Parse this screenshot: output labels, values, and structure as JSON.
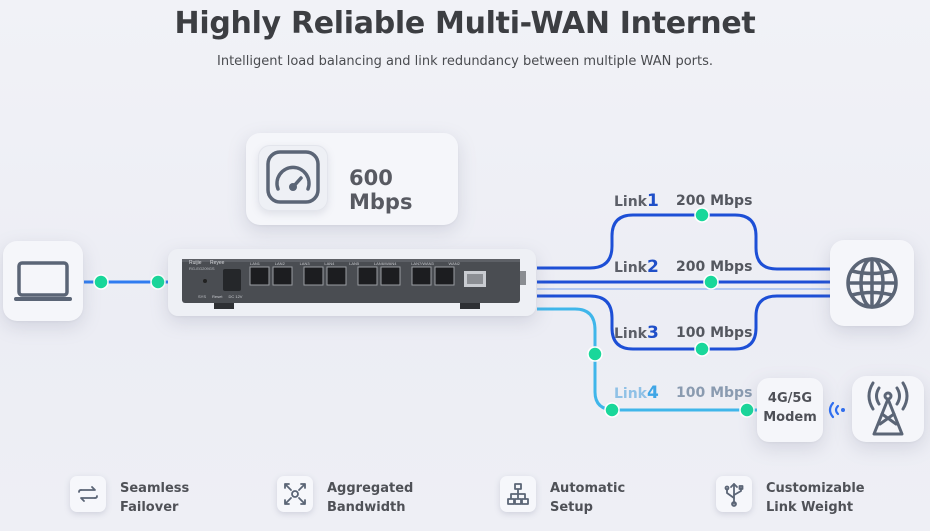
{
  "header": {
    "title": "Highly Reliable Multi-WAN Internet",
    "subtitle": "Intelligent load balancing and link redundancy between multiple WAN ports."
  },
  "speed": {
    "value": "600 Mbps",
    "icon": "speedometer-icon"
  },
  "router": {
    "brand": "Ruijie",
    "series": "Reyee",
    "model": "RG-EG209GS",
    "port_labels": [
      "LAN1",
      "LAN2",
      "LAN3",
      "LAN4",
      "LAN5",
      "LAN6/WAN4",
      "LAN7/WAN3",
      "WAN2"
    ],
    "lower_labels": [
      "SYS",
      "Reset",
      "DC 12V"
    ]
  },
  "links": [
    {
      "prefix": "Link",
      "num": "1",
      "speed": "200 Mbps"
    },
    {
      "prefix": "Link",
      "num": "2",
      "speed": "200 Mbps"
    },
    {
      "prefix": "Link",
      "num": "3",
      "speed": "100 Mbps"
    },
    {
      "prefix": "Link",
      "num": "4",
      "speed": "100 Mbps"
    }
  ],
  "modem": {
    "line1": "4G/5G",
    "line2": "Modem"
  },
  "features": [
    {
      "line1": "Seamless",
      "line2": "Failover",
      "icon": "swap-arrows-icon"
    },
    {
      "line1": "Aggregated",
      "line2": "Bandwidth",
      "icon": "aggregate-arrows-icon"
    },
    {
      "line1": "Automatic",
      "line2": "Setup",
      "icon": "hierarchy-icon"
    },
    {
      "line1": "Customizable",
      "line2": "Link Weight",
      "icon": "usb-branch-icon"
    }
  ],
  "colors": {
    "link_blue": "#1d4fd6",
    "link_blue_light": "#2f6ef0",
    "link4_cyan": "#3fb6ea",
    "node_green": "#19d79a",
    "text_dark": "#3c3e42",
    "icon_slate": "#5b6576"
  }
}
